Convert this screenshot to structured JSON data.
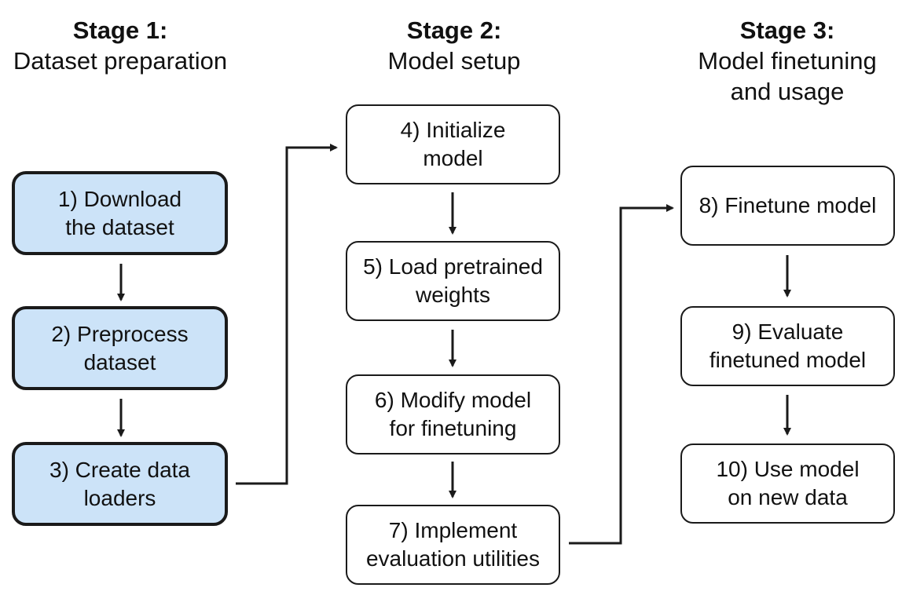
{
  "stages": [
    {
      "title": "Stage 1:",
      "lines": [
        "Dataset preparation"
      ]
    },
    {
      "title": "Stage 2:",
      "lines": [
        "Model setup"
      ]
    },
    {
      "title": "Stage 3:",
      "lines": [
        "Model finetuning",
        "and usage"
      ]
    }
  ],
  "steps": [
    {
      "lines": [
        "1) Download",
        "the dataset"
      ],
      "stage": 1,
      "highlighted": true
    },
    {
      "lines": [
        "2) Preprocess",
        "dataset"
      ],
      "stage": 1,
      "highlighted": true
    },
    {
      "lines": [
        "3) Create data",
        "loaders"
      ],
      "stage": 1,
      "highlighted": true
    },
    {
      "lines": [
        "4) Initialize",
        "model"
      ],
      "stage": 2,
      "highlighted": false
    },
    {
      "lines": [
        "5) Load pretrained",
        "weights"
      ],
      "stage": 2,
      "highlighted": false
    },
    {
      "lines": [
        "6) Modify model",
        "for finetuning"
      ],
      "stage": 2,
      "highlighted": false
    },
    {
      "lines": [
        "7) Implement",
        "evaluation utilities"
      ],
      "stage": 2,
      "highlighted": false
    },
    {
      "lines": [
        "8) Finetune model"
      ],
      "stage": 3,
      "highlighted": false
    },
    {
      "lines": [
        "9) Evaluate",
        "finetuned model"
      ],
      "stage": 3,
      "highlighted": false
    },
    {
      "lines": [
        "10) Use model",
        "on new data"
      ],
      "stage": 3,
      "highlighted": false
    }
  ],
  "colors": {
    "highlight_fill": "#cce3f8",
    "box_fill": "#ffffff",
    "stroke": "#1a1a1a"
  }
}
